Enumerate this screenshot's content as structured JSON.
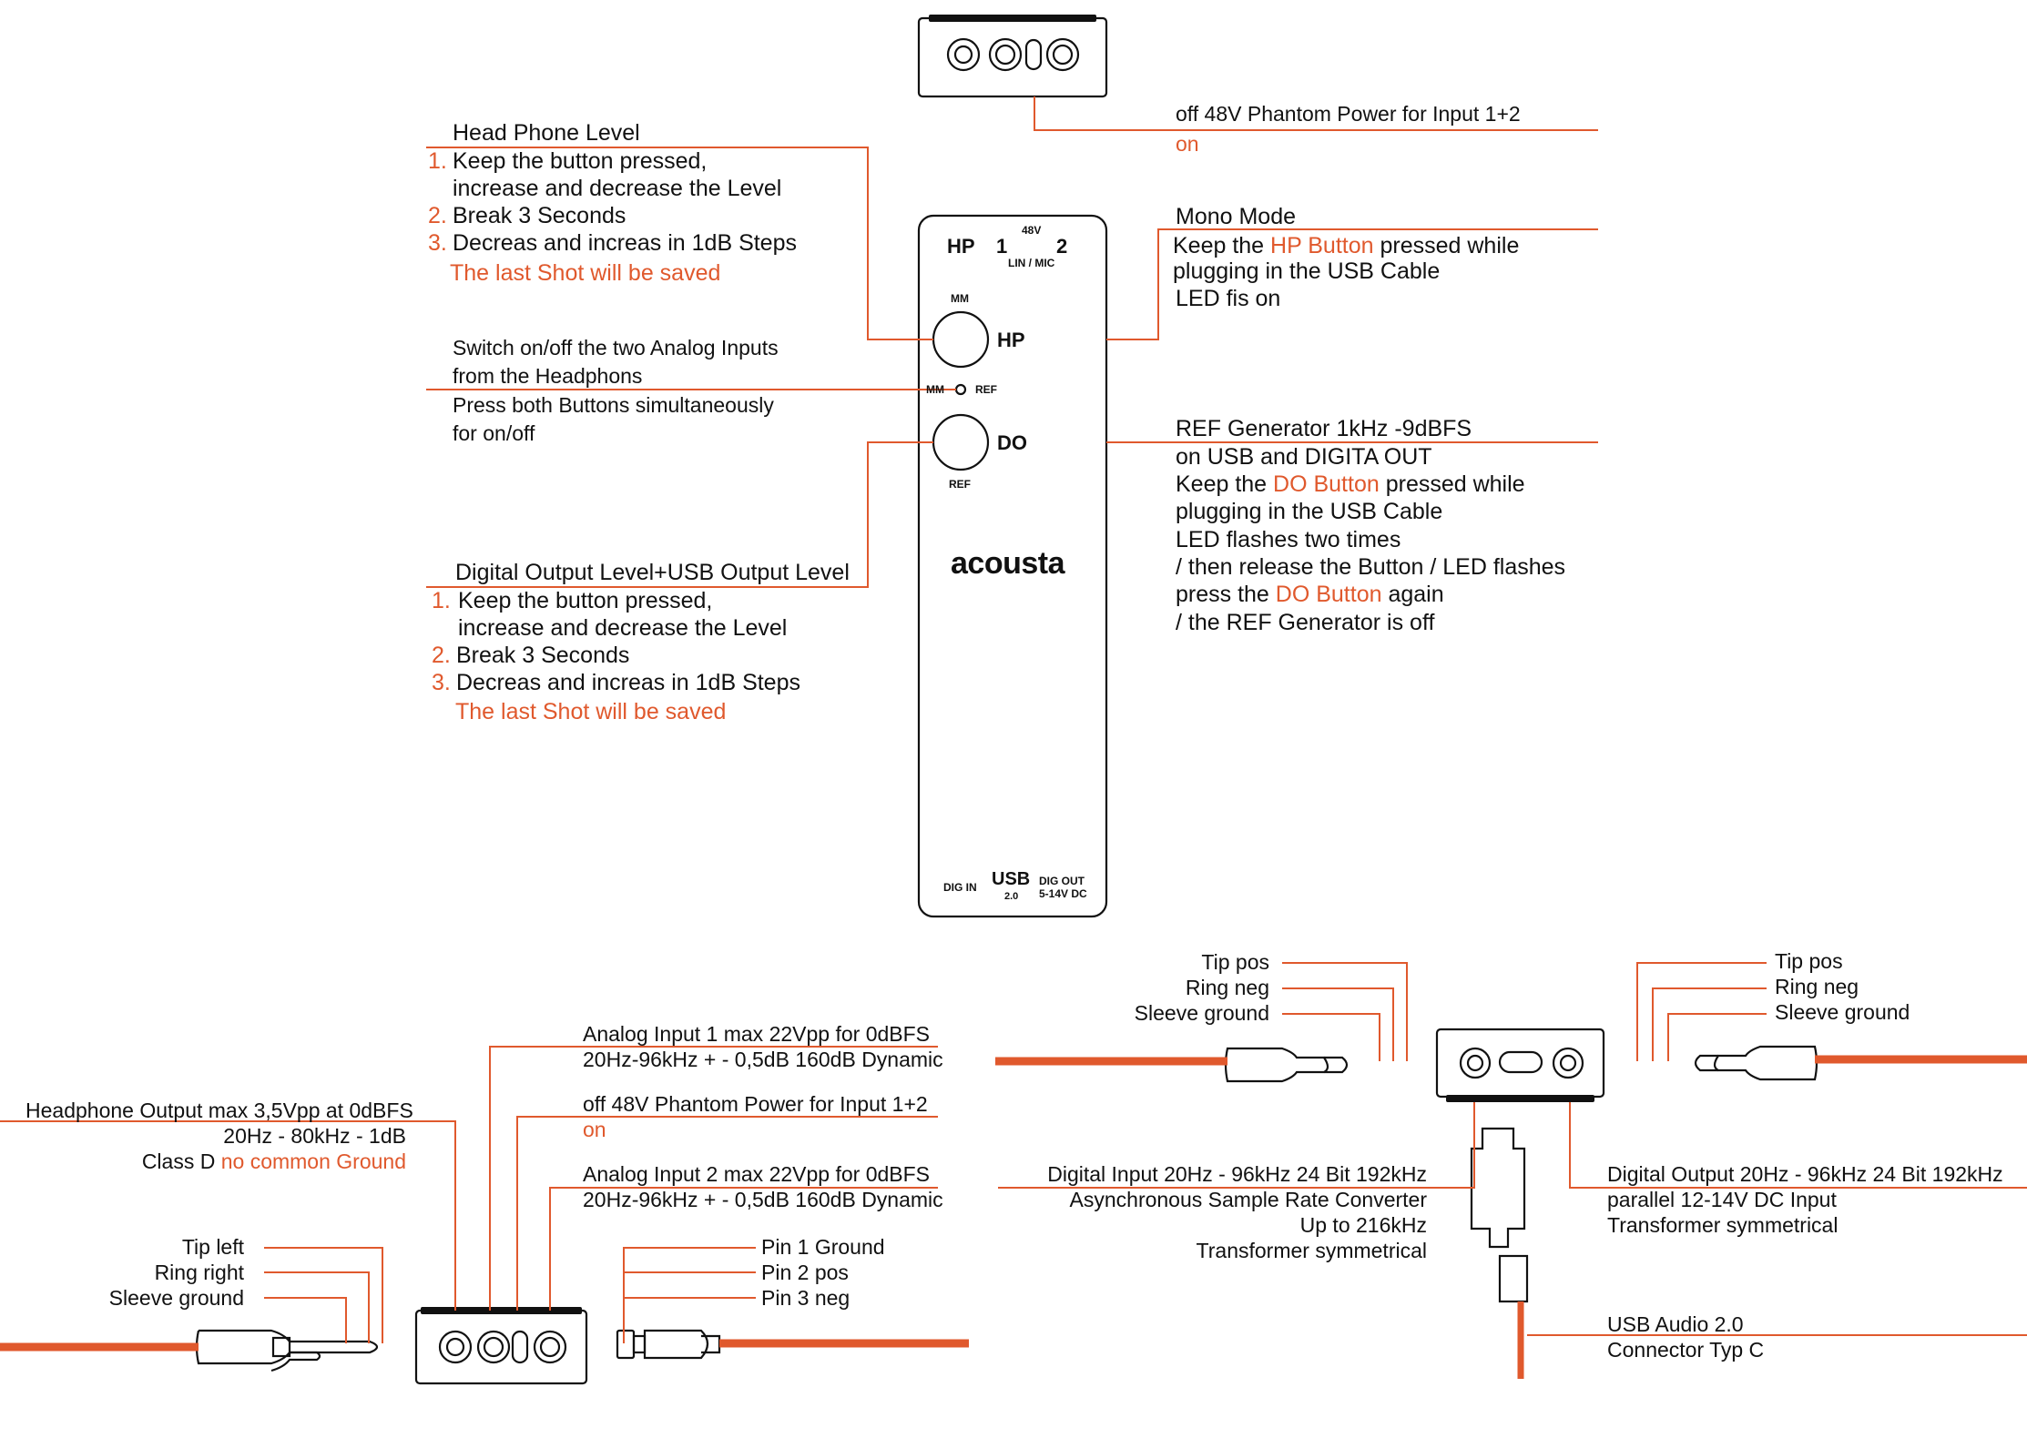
{
  "colors": {
    "accent": "#e0592d",
    "line": "#e0592d",
    "ink": "#111111",
    "cable": "#e0592d"
  },
  "device": {
    "brand": "acousta",
    "top_labels": {
      "hp": "HP",
      "in1": "1",
      "v48": "48V",
      "in2": "2",
      "linmic": "LIN / MIC"
    },
    "hp_button": {
      "top": "MM",
      "label": "HP"
    },
    "led_row": {
      "left": "MM",
      "right": "REF"
    },
    "do_button": {
      "label": "DO",
      "bottom": "REF"
    },
    "bottom_labels": {
      "dig_in": "DIG IN",
      "usb": "USB",
      "usb_ver": "2.0",
      "dig_out": "DIG OUT",
      "dc": "5-14V DC"
    }
  },
  "top_connector": {
    "phantom": {
      "line1": "off  48V Phantom Power for Input 1+2",
      "line2": "on"
    }
  },
  "hp_level": {
    "title": "Head Phone Level",
    "steps": [
      {
        "n": "1.",
        "text": "Keep the button pressed,"
      },
      {
        "n": "",
        "text": "increase and decrease the Level"
      },
      {
        "n": "2.",
        "text": "Break 3 Seconds"
      },
      {
        "n": "3.",
        "text": "Decreas and increas in 1dB Steps"
      }
    ],
    "note": "The last Shot will be saved"
  },
  "analog_switch": {
    "line1": "Switch on/off the two Analog Inputs",
    "line2": "from the Headphons",
    "line3": "Press both Buttons simultaneously",
    "line4": "for on/off"
  },
  "do_level": {
    "title": "Digital Output Level+USB Output Level",
    "steps": [
      {
        "n": "1.",
        "text": "Keep the button pressed,"
      },
      {
        "n": "",
        "text": "increase and decrease the Level"
      },
      {
        "n": "2.",
        "text": "Break 3 Seconds"
      },
      {
        "n": "3.",
        "text": "Decreas and increas in 1dB Steps"
      }
    ],
    "note": "The last Shot will be saved"
  },
  "mono_mode": {
    "title": "Mono Mode",
    "l2a": "Keep the ",
    "l2b": "HP Button",
    "l2c": " pressed while",
    "l3": "plugging in the USB Cable",
    "l4": "LED fis on"
  },
  "ref_gen": {
    "l1": "REF Generator 1kHz -9dBFS",
    "l2": "on USB and DIGITA OUT",
    "l3a": "Keep the ",
    "l3b": "DO Button",
    "l3c": " pressed while",
    "l4": "plugging in the USB Cable",
    "l5": "LED flashes two times",
    "l6": "/ then release the Button / LED flashes",
    "l7a": "press the ",
    "l7b": "DO Button",
    "l7c": " again",
    "l8": "/ the REF Generator is off"
  },
  "bottom_left": {
    "hp_out": {
      "l1": "Headphone Output  max 3,5Vpp at 0dBFS",
      "l2": "20Hz - 80kHz - 1dB",
      "l3a": "Class D ",
      "l3b": "no common Ground"
    },
    "jack": {
      "tip": "Tip left",
      "ring": "Ring right",
      "sleeve": "Sleeve ground"
    },
    "ain1": {
      "l1": "Analog Input 1 max 22Vpp for 0dBFS",
      "l2": "20Hz-96kHz + - 0,5dB  160dB Dynamic"
    },
    "phantom": {
      "l1": "off  48V Phantom Power for Input 1+2",
      "l2": "on"
    },
    "ain2": {
      "l1": "Analog Input 2 max 22Vpp for 0dBFS",
      "l2": "20Hz-96kHz + - 0,5dB  160dB Dynamic"
    },
    "xlr": {
      "p1": "Pin 1 Ground",
      "p2": "Pin 2 pos",
      "p3": "Pin 3 neg"
    }
  },
  "bottom_right": {
    "jack_left": {
      "tip": "Tip pos",
      "ring": "Ring neg",
      "sleeve": "Sleeve ground"
    },
    "jack_right": {
      "tip": "Tip pos",
      "ring": "Ring neg",
      "sleeve": "Sleeve ground"
    },
    "dig_in": {
      "l1": "Digital Input 20Hz - 96kHz 24 Bit 192kHz",
      "l2": "Asynchronous Sample Rate Converter",
      "l3": "Up to 216kHz",
      "l4": "Transformer symmetrical"
    },
    "dig_out": {
      "l1": "Digital Output 20Hz - 96kHz 24 Bit 192kHz",
      "l2": "parallel 12-14V DC Input",
      "l3": "Transformer symmetrical"
    },
    "usb": {
      "l1": "USB Audio 2.0",
      "l2": "Connector Typ C"
    }
  }
}
